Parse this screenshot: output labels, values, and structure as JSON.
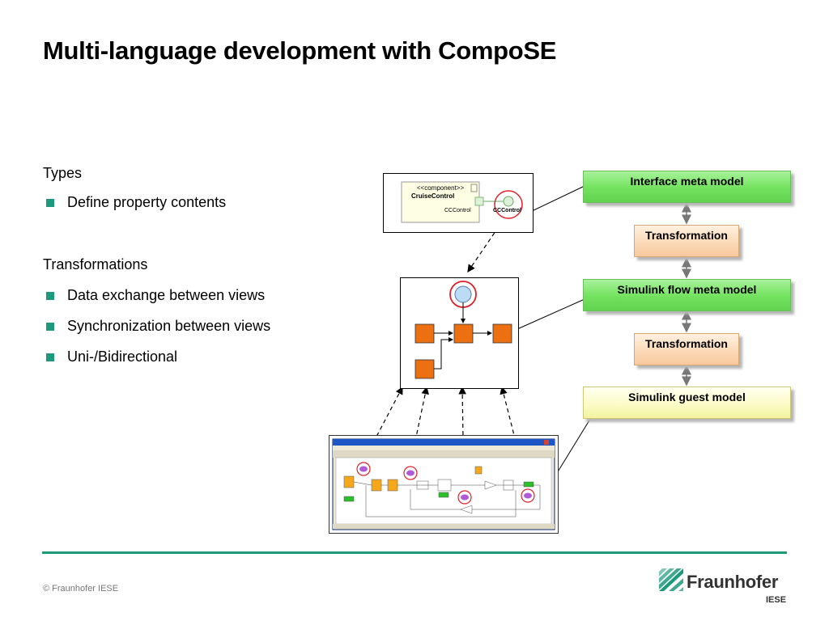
{
  "title": "Multi-language development with CompoSE",
  "sections": [
    {
      "heading": "Types",
      "bullets": [
        "Define property contents"
      ]
    },
    {
      "heading": "Transformations",
      "bullets": [
        "Data exchange between views",
        "Synchronization between views",
        "Uni-/Bidirectional"
      ]
    }
  ],
  "diagram": {
    "uml": {
      "stereotype": "<<component>>",
      "name": "CruiseControl",
      "port_left": "CCControl",
      "port_right": "CCControl"
    },
    "boxes": [
      "Interface meta model",
      "Transformation",
      "Simulink flow meta model",
      "Transformation",
      "Simulink guest model"
    ]
  },
  "footer": {
    "copyright": "© Fraunhofer IESE",
    "logo_name": "Fraunhofer",
    "logo_sub": "IESE"
  },
  "colors": {
    "accent": "#1d9a7b",
    "highlight_red": "#e0202a",
    "block_orange": "#ec6f11",
    "port_blue": "#bcdcf5"
  }
}
